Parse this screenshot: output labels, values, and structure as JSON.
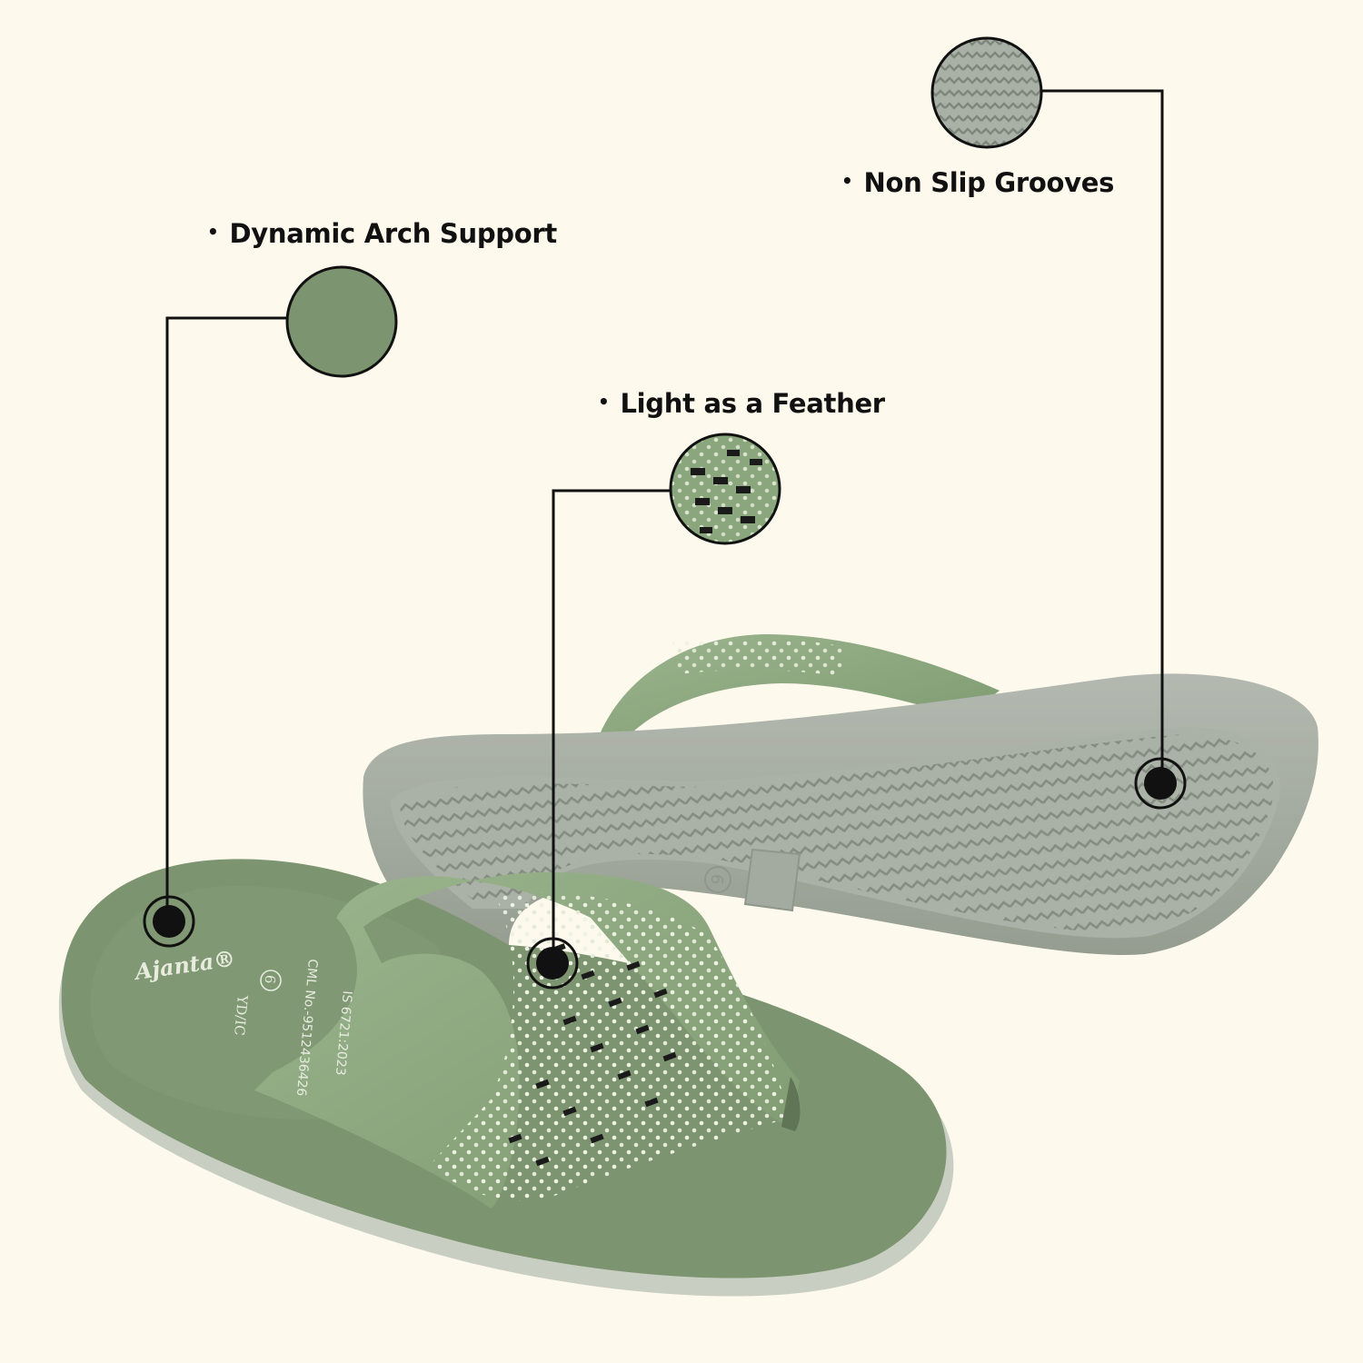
{
  "colors": {
    "background": "#fdf9ec",
    "footbed_green": "#7d9470",
    "strap_green": "#8aa67c",
    "sole_gray": "#a8b0a5",
    "callout_line": "#111111"
  },
  "callouts": [
    {
      "id": "arch",
      "bullet": "•",
      "label": "Dynamic Arch Support"
    },
    {
      "id": "feather",
      "bullet": "•",
      "label": "Light as a Feather"
    },
    {
      "id": "grooves",
      "bullet": "•",
      "label": "Non Slip Grooves"
    }
  ],
  "footbed_print": {
    "brand": "Ajanta®",
    "size_symbol": "6",
    "size_code": "YD/IC",
    "standard": "IS 6721:2023",
    "cml": "CML No.-9512436426"
  },
  "sole_print": {
    "size": "6"
  }
}
